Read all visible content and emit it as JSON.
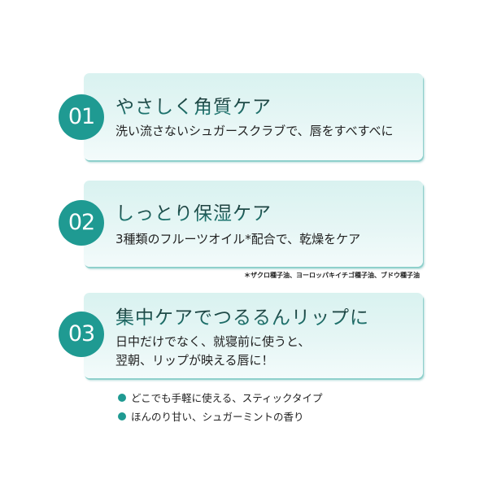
{
  "features": [
    {
      "number": "01",
      "title": "やさしく角質ケア",
      "description": "洗い流さないシュガースクラブで、唇をすべすべに"
    },
    {
      "number": "02",
      "title": "しっとり保湿ケア",
      "description": "3種類のフルーツオイル*配合で、乾燥をケア",
      "footnote": "＊ザクロ種子油、ヨーロッパキイチゴ種子油、ブドウ種子油"
    },
    {
      "number": "03",
      "title": "集中ケアでつるるんリップに",
      "description_lines": [
        "日中だけでなく、就寝前に使うと、",
        "翌朝、リップが映える唇に！"
      ]
    }
  ],
  "bullets": [
    "どこでも手軽に使える、スティックタイプ",
    "ほんのり甘い、シュガーミントの香り"
  ],
  "colors": {
    "accent": "#1f9a92",
    "panel_bg": "#e0f4f2",
    "text": "#222222"
  }
}
